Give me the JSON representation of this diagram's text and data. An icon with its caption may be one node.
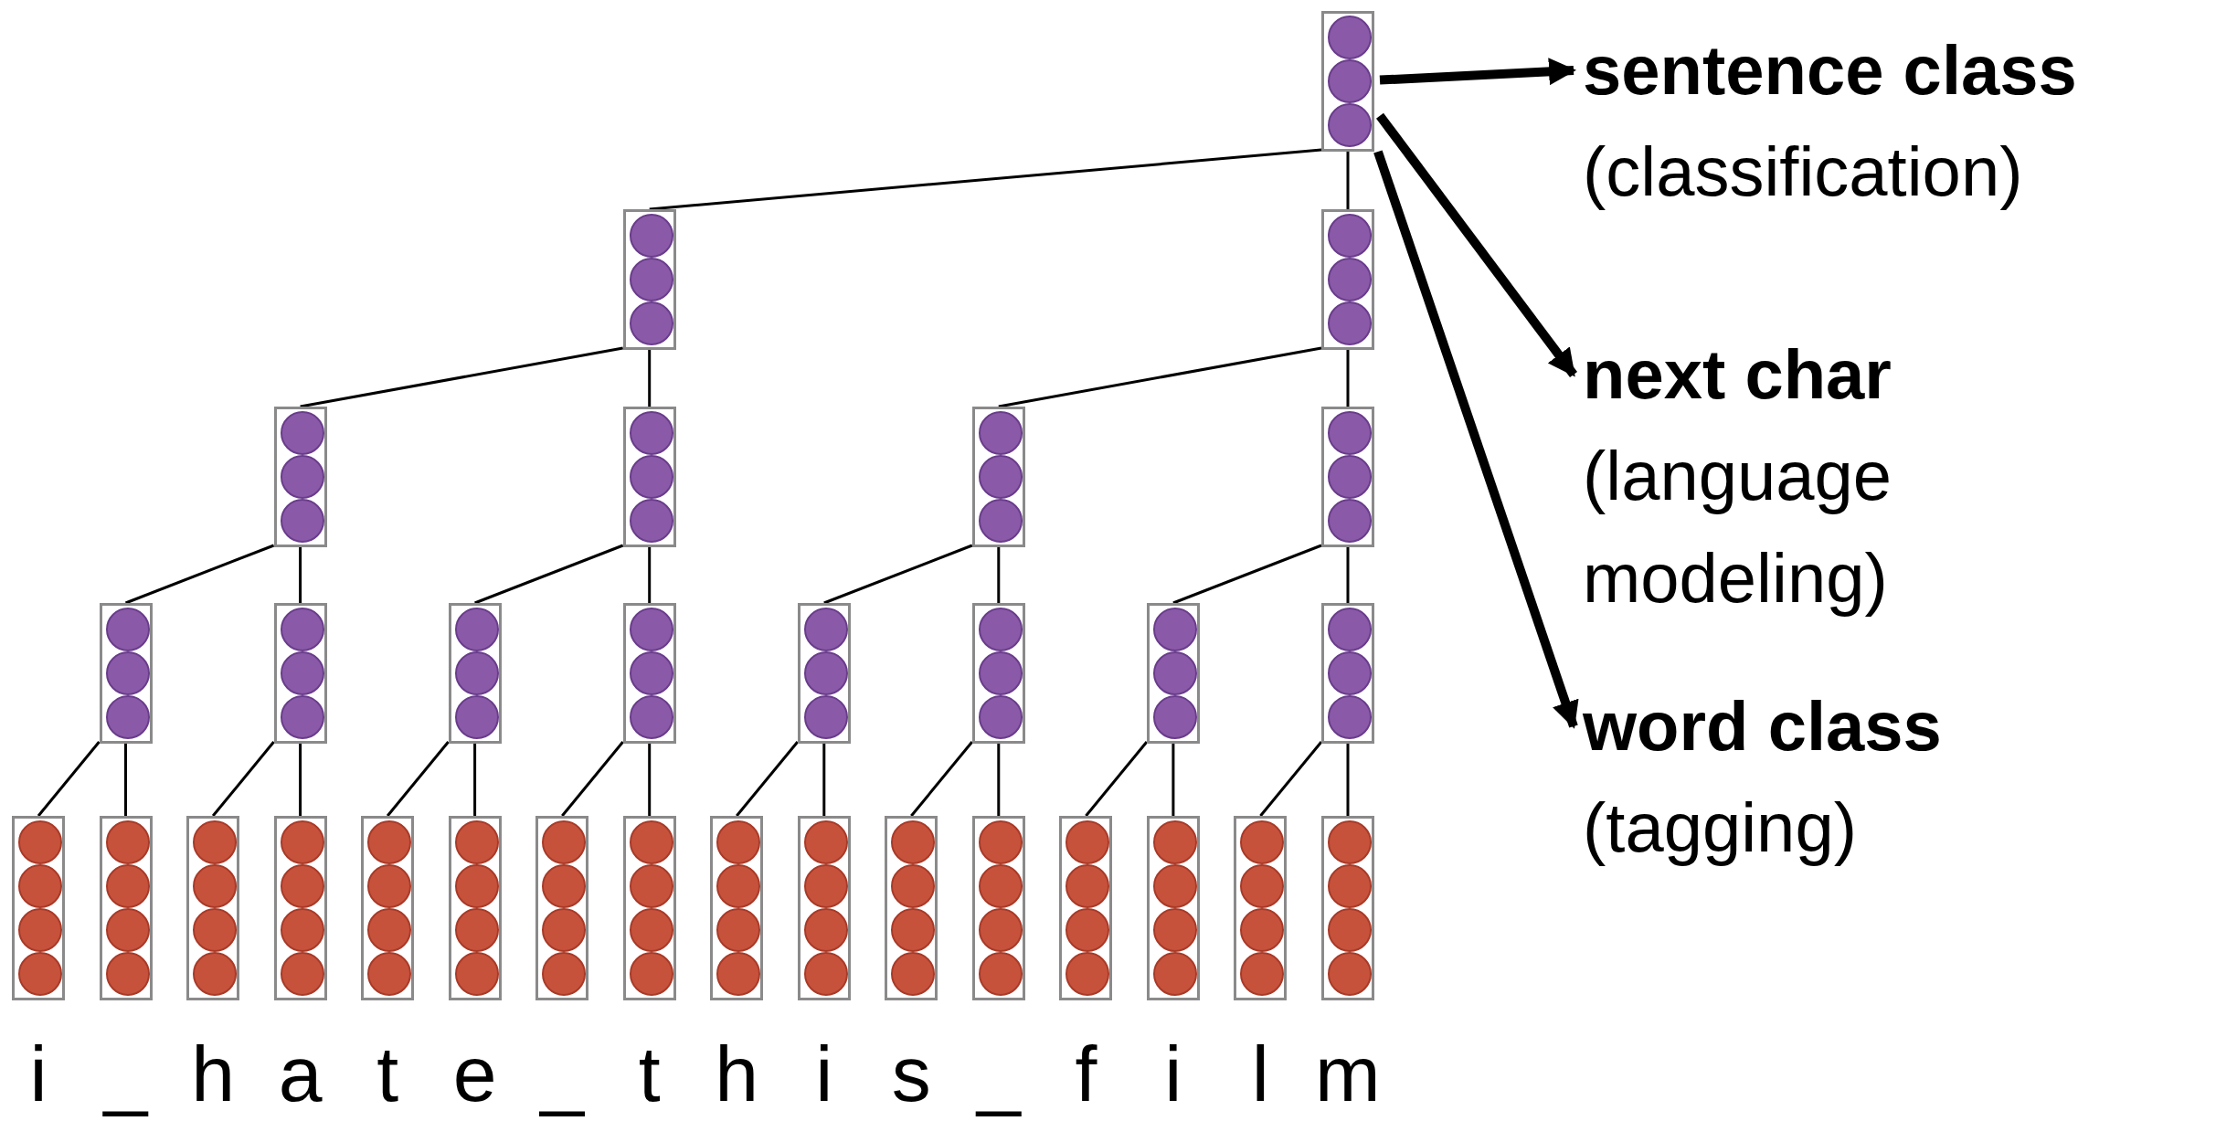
{
  "diagram": {
    "nodes": [
      {
        "text": [],
        "shape": "box"
      },
      {
        "text": [
          "sentence class",
          "(classification)"
        ]
      },
      {
        "text": [
          "next char",
          "(language modeling)"
        ]
      },
      {
        "text": [
          "word class",
          "(tagging)"
        ]
      },
      {
        "text": [],
        "shape": "box"
      },
      {
        "text": [],
        "shape": "box"
      },
      {
        "text": [],
        "shape": "box"
      },
      {
        "text": [],
        "shape": "box"
      },
      {
        "text": [],
        "shape": "box"
      },
      {
        "text": [],
        "shape": "box"
      },
      {
        "text": [],
        "shape": "box"
      },
      {
        "text": [],
        "shape": "box"
      },
      {
        "text": [],
        "shape": "box"
      },
      {
        "text": [],
        "shape": "box"
      },
      {
        "text": [],
        "shape": "box"
      },
      {
        "text": [],
        "shape": "box"
      },
      {
        "text": [],
        "shape": "box"
      },
      {
        "text": [],
        "shape": "box"
      },
      {
        "text": [],
        "shape": "box",
        "beside": [
          "i"
        ]
      },
      {
        "text": [],
        "shape": "box",
        "beside": [
          "_"
        ]
      },
      {
        "text": [],
        "shape": "box",
        "beside": [
          "h"
        ]
      },
      {
        "text": [],
        "shape": "box",
        "beside": [
          "a"
        ]
      },
      {
        "text": [],
        "shape": "box",
        "beside": [
          "t"
        ]
      },
      {
        "text": [],
        "shape": "box",
        "beside": [
          "e"
        ]
      },
      {
        "text": [],
        "shape": "box",
        "beside": [
          "_"
        ]
      },
      {
        "text": [],
        "shape": "box",
        "beside": [
          "t"
        ]
      },
      {
        "text": [],
        "shape": "box",
        "beside": [
          "h"
        ]
      },
      {
        "text": [],
        "shape": "box",
        "beside": [
          "i"
        ]
      },
      {
        "text": [],
        "shape": "box",
        "beside": [
          "s"
        ]
      },
      {
        "text": [],
        "shape": "box",
        "beside": [
          "_"
        ]
      },
      {
        "text": [],
        "shape": "box",
        "beside": [
          "f"
        ]
      },
      {
        "text": [],
        "shape": "box",
        "beside": [
          "i"
        ]
      },
      {
        "text": [],
        "shape": "box",
        "beside": [
          "l"
        ]
      },
      {
        "text": [],
        "shape": "box",
        "beside": [
          "m"
        ]
      }
    ],
    "edges": [
      {
        "from": 0,
        "to": 1,
        "arrow": "to",
        "style": "thick"
      },
      {
        "from": 0,
        "to": 2,
        "arrow": "to",
        "style": "thick"
      },
      {
        "from": 0,
        "to": 3,
        "arrow": "to",
        "style": "thick"
      },
      {
        "from": 0,
        "to": 4,
        "arrow": "none"
      },
      {
        "from": 0,
        "to": 5,
        "arrow": "none"
      },
      {
        "from": 4,
        "to": 6,
        "arrow": "none"
      },
      {
        "from": 4,
        "to": 7,
        "arrow": "none"
      },
      {
        "from": 5,
        "to": 8,
        "arrow": "none"
      },
      {
        "from": 5,
        "to": 9,
        "arrow": "none"
      },
      {
        "from": 6,
        "to": 10,
        "arrow": "none"
      },
      {
        "from": 6,
        "to": 11,
        "arrow": "none"
      },
      {
        "from": 7,
        "to": 12,
        "arrow": "none"
      },
      {
        "from": 7,
        "to": 13,
        "arrow": "none"
      },
      {
        "from": 8,
        "to": 14,
        "arrow": "none"
      },
      {
        "from": 8,
        "to": 15,
        "arrow": "none"
      },
      {
        "from": 9,
        "to": 16,
        "arrow": "none"
      },
      {
        "from": 9,
        "to": 17,
        "arrow": "none"
      },
      {
        "from": 10,
        "to": 18,
        "arrow": "none"
      },
      {
        "from": 10,
        "to": 19,
        "arrow": "none"
      },
      {
        "from": 11,
        "to": 20,
        "arrow": "none"
      },
      {
        "from": 11,
        "to": 21,
        "arrow": "none"
      },
      {
        "from": 12,
        "to": 22,
        "arrow": "none"
      },
      {
        "from": 12,
        "to": 23,
        "arrow": "none"
      },
      {
        "from": 13,
        "to": 24,
        "arrow": "none"
      },
      {
        "from": 13,
        "to": 25,
        "arrow": "none"
      },
      {
        "from": 14,
        "to": 26,
        "arrow": "none"
      },
      {
        "from": 14,
        "to": 27,
        "arrow": "none"
      },
      {
        "from": 15,
        "to": 28,
        "arrow": "none"
      },
      {
        "from": 15,
        "to": 29,
        "arrow": "none"
      },
      {
        "from": 16,
        "to": 30,
        "arrow": "none"
      },
      {
        "from": 16,
        "to": 31,
        "arrow": "none"
      },
      {
        "from": 17,
        "to": 32,
        "arrow": "none"
      },
      {
        "from": 17,
        "to": 33,
        "arrow": "none"
      }
    ]
  }
}
